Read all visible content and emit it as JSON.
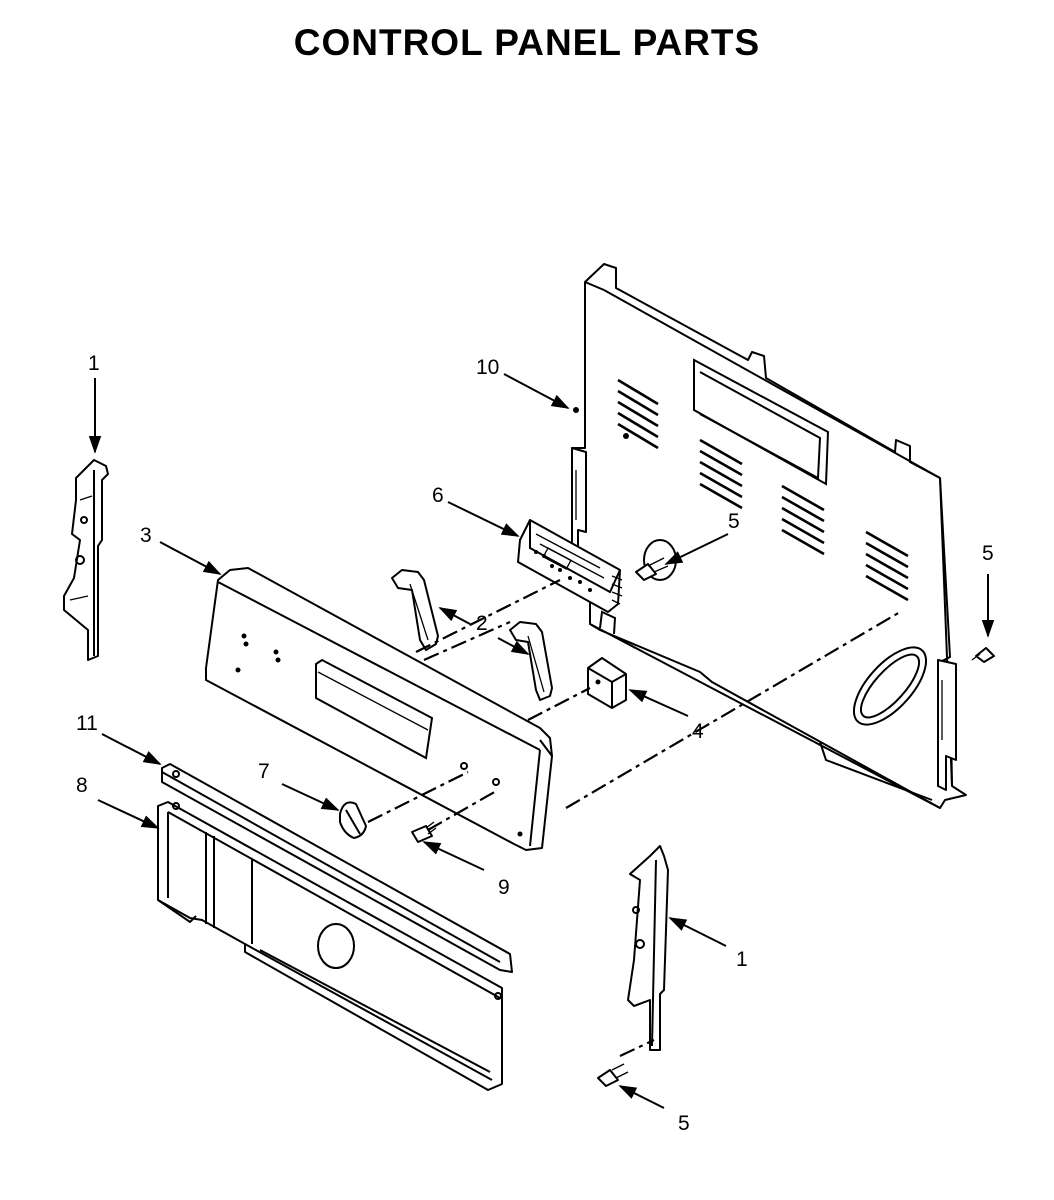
{
  "title": "CONTROL PANEL PARTS",
  "callouts": {
    "c1_left": "1",
    "c1_right": "1",
    "c2": "2",
    "c3": "3",
    "c4": "4",
    "c5_a": "5",
    "c5_b": "5",
    "c5_c": "5",
    "c6": "6",
    "c7": "7",
    "c8": "8",
    "c9": "9",
    "c10": "10",
    "c11": "11"
  }
}
